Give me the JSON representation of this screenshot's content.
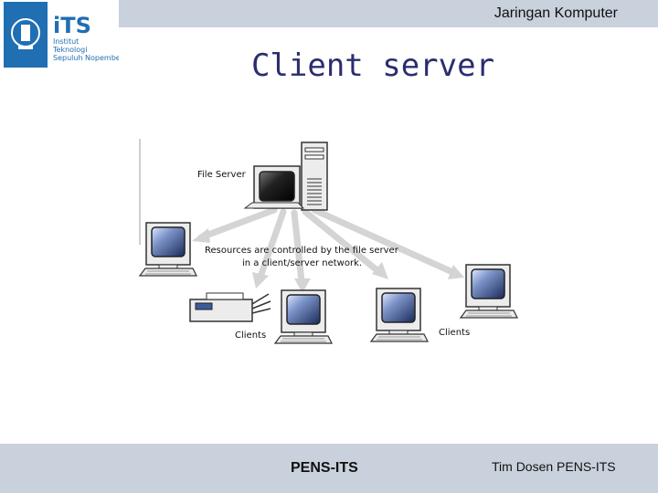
{
  "header": {
    "course_title": "Jaringan Komputer"
  },
  "logo": {
    "acronym": "iTS",
    "line1": "Institut",
    "line2": "Teknologi",
    "line3": "Sepuluh Nopember",
    "color": "#1f6fb2"
  },
  "slide": {
    "title": "Client server"
  },
  "diagram": {
    "server_label": "File Server",
    "caption_line1": "Resources are controlled by the file server",
    "caption_line2": "in a client/server network.",
    "clients_label_left": "Clients",
    "clients_label_right": "Clients",
    "arrow_color": "#d4d4d4"
  },
  "footer": {
    "left": "PENS-ITS",
    "right": "Tim Dosen PENS-ITS"
  }
}
